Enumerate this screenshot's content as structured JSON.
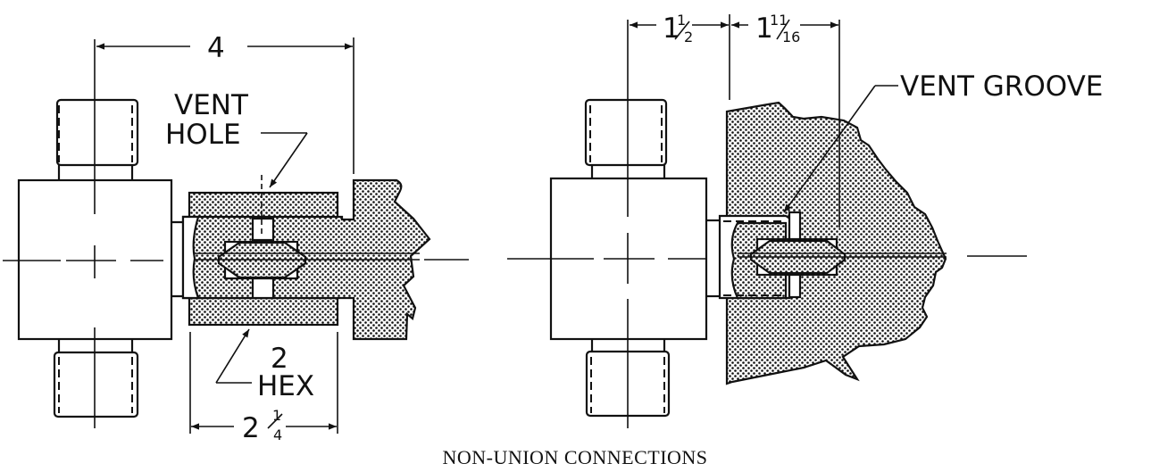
{
  "caption": "NON-UNION CONNECTIONS",
  "left_view": {
    "overall_dimension": "4",
    "vent_hole_label_line1": "VENT",
    "vent_hole_label_line2": "HOLE",
    "hex_size": "2",
    "hex_label": "HEX",
    "nut_length_whole": "2",
    "nut_length_num": "1",
    "nut_length_den": "4"
  },
  "right_view": {
    "dim1_whole": "1",
    "dim1_num": "1",
    "dim1_den": "2",
    "dim2_whole": "1",
    "dim2_num": "11",
    "dim2_den": "16",
    "vent_groove_label": "VENT GROOVE"
  },
  "colors": {
    "ink": "#111111",
    "paper": "#ffffff"
  }
}
